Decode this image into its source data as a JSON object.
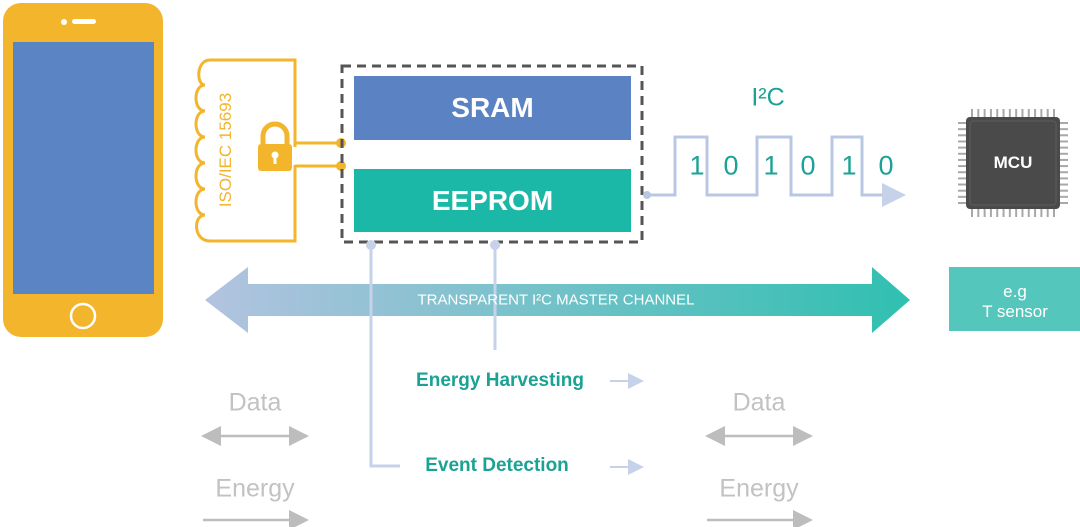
{
  "colors": {
    "phone_body": "#f2b52b",
    "phone_screen": "#5b84c4",
    "antenna": "#f2b52b",
    "sram": "#5b82c3",
    "eeprom": "#1cb8a7",
    "teal_text": "#1aa294",
    "gray_text": "#c2c2c2",
    "mcu": "#4a4a4a",
    "channel_start": "#b3c3e0",
    "channel_end": "#2fc0b0",
    "signal_line": "#b9c7e3"
  },
  "icons": {
    "phone": "smartphone-icon",
    "lock": "padlock-icon",
    "chip": "microcontroller-chip-icon"
  },
  "antenna": {
    "standard": "ISO/IEC 15693"
  },
  "memory": {
    "sram_label": "SRAM",
    "eeprom_label": "EEPROM"
  },
  "i2c": {
    "label": "I²C",
    "bits": [
      "1",
      "0",
      "1",
      "0",
      "1",
      "0"
    ]
  },
  "mcu": {
    "label": "MCU"
  },
  "channel": {
    "label": "TRANSPARENT I²C MASTER CHANNEL"
  },
  "sensor": {
    "line1": "e.g",
    "line2": "T sensor"
  },
  "features": {
    "energy_harvesting": "Energy Harvesting",
    "event_detection": "Event Detection"
  },
  "legend_left": {
    "data": "Data",
    "energy": "Energy"
  },
  "legend_right": {
    "data": "Data",
    "energy": "Energy"
  }
}
